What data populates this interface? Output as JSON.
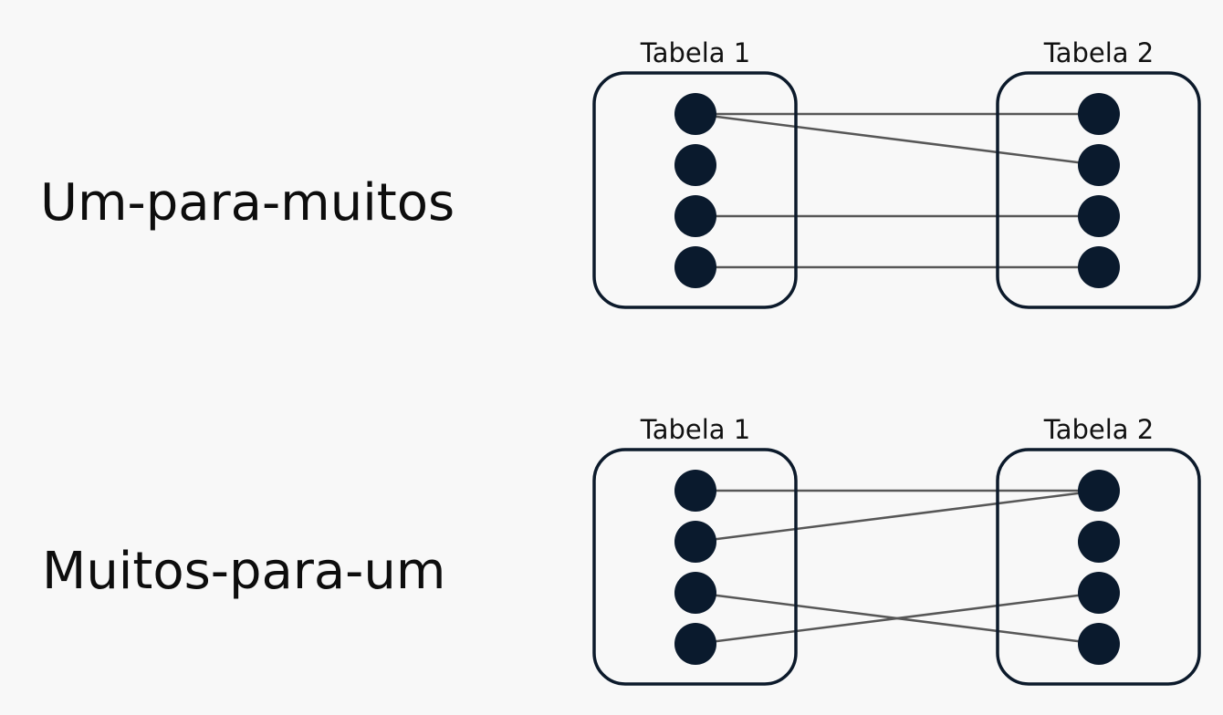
{
  "colors": {
    "background": "#f8f8f8",
    "node": "#0a1a2d",
    "box_border": "#0c1a2b",
    "link": "#575757",
    "text": "#0d0d0d"
  },
  "diagrams": [
    {
      "title": "Um-para-muitos",
      "left_table": {
        "label": "Tabela 1",
        "rows": 4
      },
      "right_table": {
        "label": "Tabela 2",
        "rows": 4
      },
      "links": [
        {
          "from": 1,
          "to": 1
        },
        {
          "from": 1,
          "to": 2
        },
        {
          "from": 3,
          "to": 3
        },
        {
          "from": 4,
          "to": 4
        }
      ]
    },
    {
      "title": "Muitos-para-um",
      "left_table": {
        "label": "Tabela 1",
        "rows": 4
      },
      "right_table": {
        "label": "Tabela 2",
        "rows": 4
      },
      "links": [
        {
          "from": 1,
          "to": 1
        },
        {
          "from": 2,
          "to": 1
        },
        {
          "from": 3,
          "to": 4
        },
        {
          "from": 4,
          "to": 3
        }
      ]
    }
  ]
}
